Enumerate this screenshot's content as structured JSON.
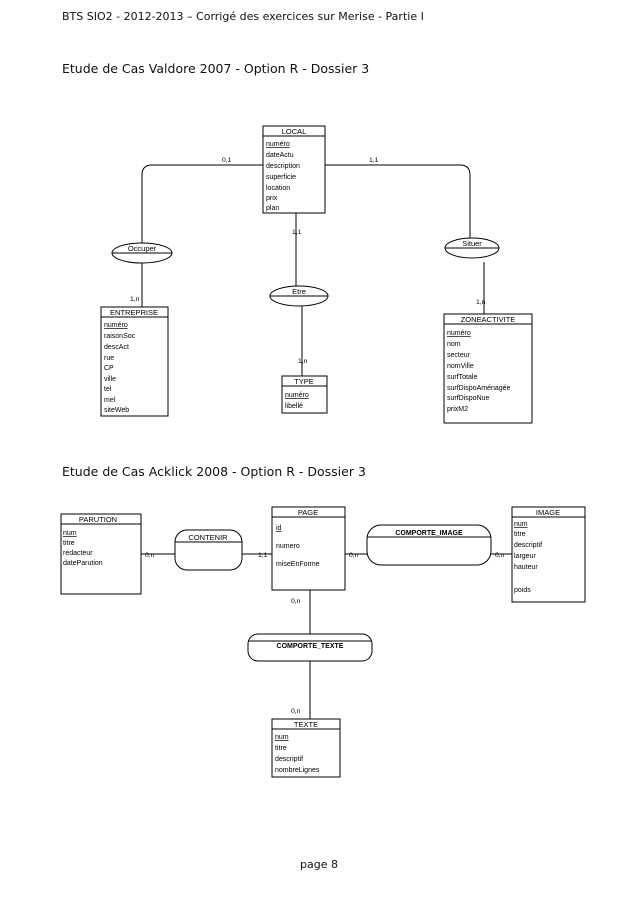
{
  "header": {
    "text": "BTS SIO2 - 2012-2013 –  Corrigé des exercices sur Merise - Partie I"
  },
  "sections": [
    {
      "title": "Etude de Cas Valdore 2007 - Option R - Dossier 3"
    },
    {
      "title": "Etude de Cas Acklick 2008 - Option R - Dossier 3"
    }
  ],
  "valdore": {
    "entities": {
      "local": {
        "name": "LOCAL",
        "id": "numéro",
        "attrs": [
          "dateActu",
          "description",
          "superficie",
          "location",
          "prix",
          "plan"
        ]
      },
      "entreprise": {
        "name": "ENTREPRISE",
        "id": "numéro",
        "attrs": [
          "raisonSoc",
          "descAct",
          "rue",
          "CP",
          "ville",
          "tel",
          "mel",
          "siteWeb"
        ]
      },
      "type": {
        "name": "TYPE",
        "id": "numéro",
        "attrs": [
          "libellé"
        ]
      },
      "zone": {
        "name": "ZONEACTIVITE",
        "id": "numéro",
        "attrs": [
          "nom",
          "secteur",
          "nomVille",
          "surfTotale",
          "surfDispoAménagée",
          "surfDispoNue",
          "prixM2"
        ]
      }
    },
    "relations": {
      "occuper": "Occuper",
      "etre": "Etre",
      "situer": "Situer"
    },
    "cardinalities": {
      "local_occuper": "0,1",
      "local_situer": "1,1",
      "local_etre": "1,1",
      "entreprise_occuper": "1,n",
      "type_etre": "1,n",
      "zone_situer": "1,n"
    }
  },
  "acklick": {
    "entities": {
      "parution": {
        "name": "PARUTION",
        "id": "num",
        "attrs": [
          "titre",
          "redacteur",
          "dateParution"
        ]
      },
      "page": {
        "name": "PAGE",
        "id": "id",
        "attrs": [
          "numero",
          "miseEnForme"
        ]
      },
      "image": {
        "name": "IMAGE",
        "id": "num",
        "attrs": [
          "titre",
          "descriptif",
          "largeur",
          "hauteur",
          "poids"
        ]
      },
      "texte": {
        "name": "TEXTE",
        "id": "num",
        "attrs": [
          "titre",
          "descriptif",
          "nombreLignes"
        ]
      }
    },
    "relations": {
      "contenir": "CONTENIR",
      "comporte_image": "COMPORTE_IMAGE",
      "comporte_texte": "COMPORTE_TEXTE"
    },
    "cardinalities": {
      "parution_contenir": "0,n",
      "page_contenir": "1,1",
      "page_image": "0,n",
      "image_image": "0,n",
      "page_texte": "0,n",
      "texte_texte": "0,n"
    }
  },
  "footer": {
    "page_number": "page 8"
  }
}
